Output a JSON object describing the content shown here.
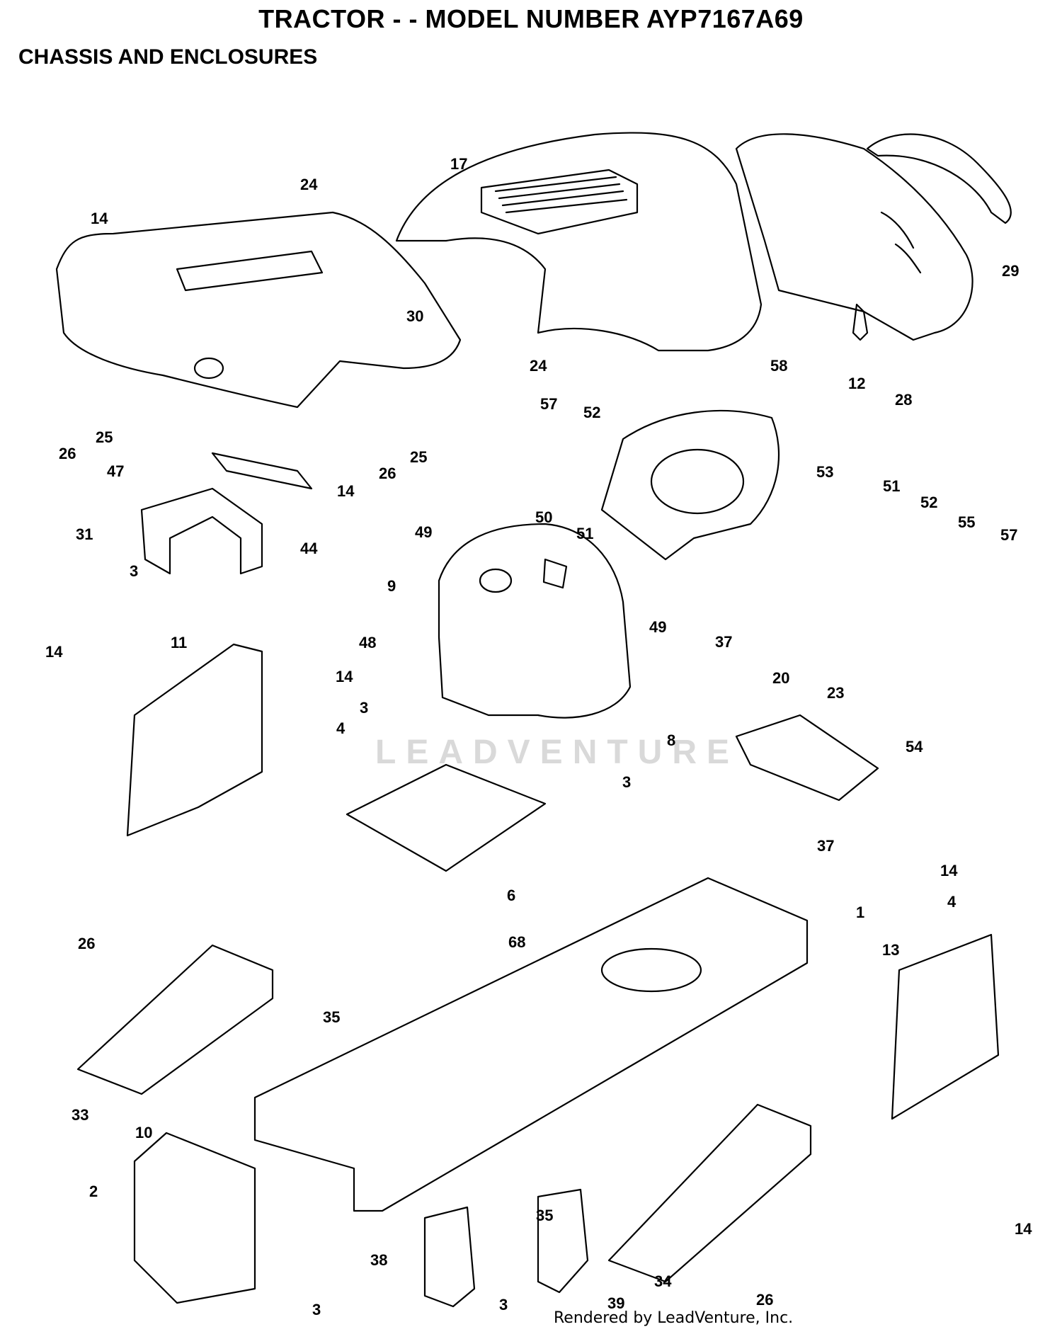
{
  "header": {
    "title": "TRACTOR - - MODEL NUMBER AYP7167A69",
    "subtitle": "CHASSIS AND ENCLOSURES"
  },
  "footer": {
    "credit": "Rendered by LeadVenture, Inc."
  },
  "watermark": {
    "text": "LEADVENTURE"
  },
  "colors": {
    "line": "#000000",
    "background": "#ffffff",
    "watermark": "#d9d9d9"
  },
  "callouts": {
    "c17": "17",
    "c24a": "24",
    "c14a": "14",
    "c30": "30",
    "c24b": "24",
    "c29": "29",
    "c12": "12",
    "c28": "28",
    "c26a": "26",
    "c25a": "25",
    "c58": "58",
    "c57a": "57",
    "c52a": "52",
    "c47": "47",
    "c14b": "14",
    "c26b": "26",
    "c25b": "25",
    "c31": "31",
    "c44": "44",
    "c49a": "49",
    "c50": "50",
    "c51a": "51",
    "c53": "53",
    "c51b": "51",
    "c52b": "52",
    "c55": "55",
    "c57b": "57",
    "c3a": "3",
    "c9": "9",
    "c11": "11",
    "c48": "48",
    "c49b": "49",
    "c37a": "37",
    "c14c": "14",
    "c14d": "14",
    "c20": "20",
    "c23": "23",
    "c4a": "4",
    "c3b": "3",
    "c8": "8",
    "c54": "54",
    "c3c": "3",
    "c37b": "37",
    "c6": "6",
    "c14e": "14",
    "c1": "1",
    "c4b": "4",
    "c68": "68",
    "c26c": "26",
    "c13": "13",
    "c35a": "35",
    "c33": "33",
    "c10": "10",
    "c2": "2",
    "c35b": "35",
    "c14f": "14",
    "c38": "38",
    "c3d": "3",
    "c39": "39",
    "c34": "34",
    "c26d": "26",
    "c3e": "3"
  }
}
